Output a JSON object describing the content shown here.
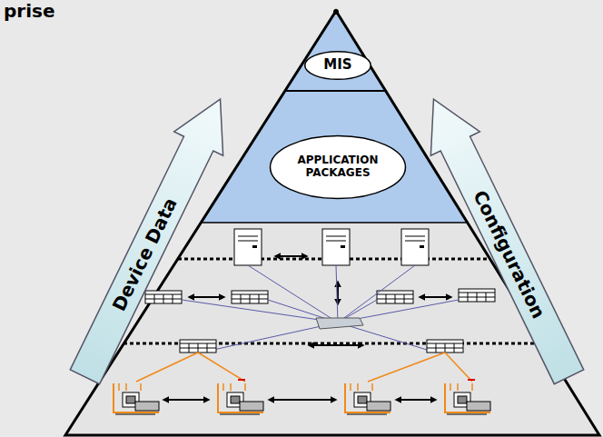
{
  "diagram": {
    "nodes": [
      {
        "text": [
          "MIS"
        ]
      },
      {
        "text": [
          "APPLICATION PACKAGES"
        ]
      },
      {
        "text": [
          "Device Data"
        ]
      },
      {
        "text": [
          "Configuration"
        ]
      }
    ],
    "labels": [
      "prise"
    ]
  }
}
